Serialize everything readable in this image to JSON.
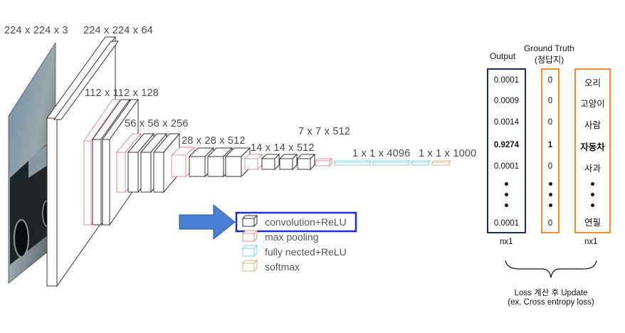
{
  "dimension_labels": {
    "input": "224 x 224 x 3",
    "conv1": "224 x 224 x 64",
    "conv2": "112 x 112 x 128",
    "conv3": "56 x 56 x 256",
    "conv4": "28 x 28 x 512",
    "conv5": "14 x 14 x 512",
    "pool5": "7 x 7 x 512",
    "fc": "1 x 1 x 4096",
    "softmax": "1 x 1 x 1000"
  },
  "legend": {
    "conv": "convolution+ReLU",
    "pool": "max pooling",
    "fc": "fully nected+ReLU",
    "softmax": "softmax"
  },
  "columns": {
    "output_header": "Output",
    "ground_truth_header": "Ground Truth",
    "ground_truth_sub": "(정답지)",
    "output_values": [
      "0.0001",
      "0.0009",
      "0.0014",
      "0.9274",
      "0.0001",
      "0.0001"
    ],
    "truth_values": [
      "0",
      "0",
      "0",
      "1",
      "0",
      "0"
    ],
    "class_labels": [
      "오리",
      "고양이",
      "사람",
      "자동차",
      "사과",
      "연필"
    ],
    "output_size": "nx1",
    "class_size": "nx1"
  },
  "loss_note": {
    "line1": "Loss 계산 후 Update",
    "line2": "(ex. Cross entropy loss)"
  },
  "colors": {
    "conv": "#333333",
    "pool": "#e88a92",
    "fc": "#7fd0ef",
    "softmax": "#d9b48a",
    "arrow": "#4a7fd6",
    "highlight": "#1a2fd0",
    "output_border": "#1c2a5a",
    "truth_border": "#f28a2e"
  }
}
